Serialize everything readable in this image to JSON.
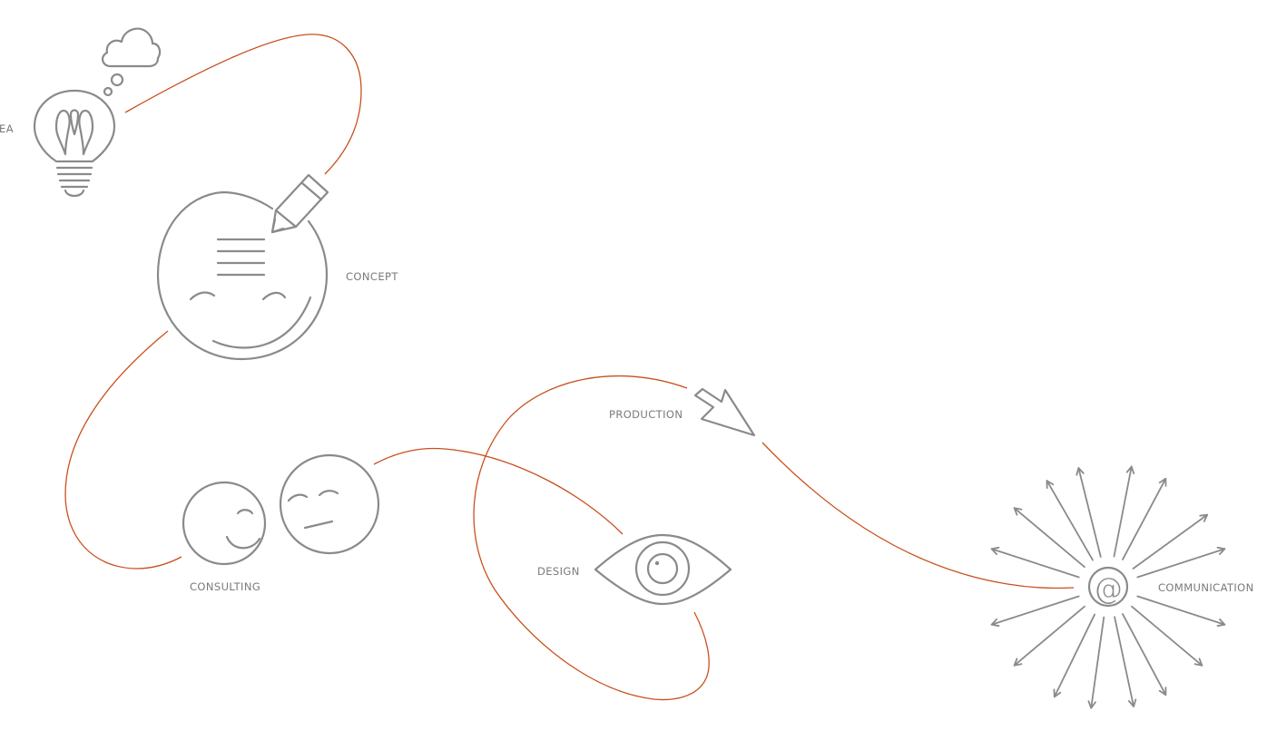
{
  "labels": {
    "idea": "IDEA",
    "concept": "CONCEPT",
    "consulting": "CONSULTING",
    "design": "DESIGN",
    "production": "PRODUCTION",
    "communication": "COMMUNICATION",
    "at_symbol": "@"
  },
  "colors": {
    "path": "#c8501e",
    "icon": "#8a8a8a",
    "text": "#7a7a7a",
    "background": "#ffffff"
  }
}
